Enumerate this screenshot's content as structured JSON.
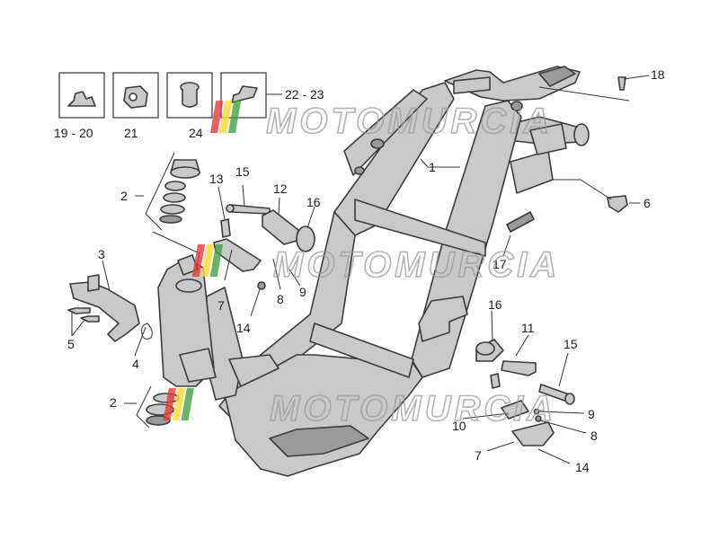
{
  "diagram": {
    "kind": "exploded parts diagram",
    "accent_colors": {
      "part_fill": "#c9c9c9",
      "outline": "#3c3c3c",
      "watermark": "#9c9c9c"
    }
  },
  "watermark": {
    "text": "MOTOMURCIA",
    "colors": [
      "#e53935",
      "#fdd835",
      "#43a047"
    ]
  },
  "inset_boxes": [
    {
      "label": "19 - 20",
      "icon": "clip-nut-icon"
    },
    {
      "label": "21",
      "icon": "cage-nut-icon"
    },
    {
      "label": "24",
      "icon": "bushing-icon"
    },
    {
      "label": "22 - 23",
      "icon": "spring-nut-icon"
    }
  ],
  "labels": {
    "l1": "1",
    "l2a": "2",
    "l2b": "2",
    "l3": "3",
    "l4": "4",
    "l5": "5",
    "l6": "6",
    "l7a": "7",
    "l7b": "7",
    "l8a": "8",
    "l8b": "8",
    "l9a": "9",
    "l9b": "9",
    "l10": "10",
    "l11": "11",
    "l12": "12",
    "l13": "13",
    "l14a": "14",
    "l14b": "14",
    "l15a": "15",
    "l15b": "15",
    "l16a": "16",
    "l16b": "16",
    "l17": "17",
    "l18": "18"
  }
}
